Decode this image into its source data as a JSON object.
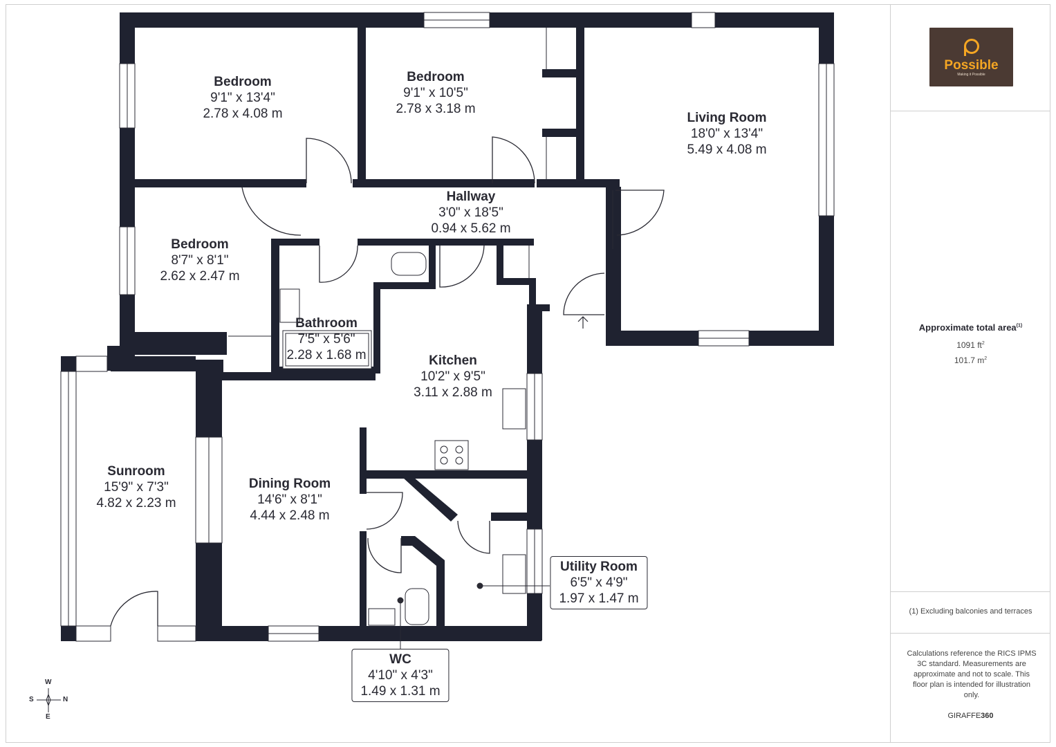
{
  "rooms": [
    {
      "id": "bedroom1",
      "name": "Bedroom",
      "imperial": "9'1\" x 13'4\"",
      "metric": "2.78 x 4.08 m"
    },
    {
      "id": "bedroom2",
      "name": "Bedroom",
      "imperial": "9'1\" x 10'5\"",
      "metric": "2.78 x 3.18 m"
    },
    {
      "id": "living",
      "name": "Living Room",
      "imperial": "18'0\" x 13'4\"",
      "metric": "5.49 x 4.08 m"
    },
    {
      "id": "hallway",
      "name": "Hallway",
      "imperial": "3'0\" x 18'5\"",
      "metric": "0.94 x 5.62 m"
    },
    {
      "id": "bedroom3",
      "name": "Bedroom",
      "imperial": "8'7\" x 8'1\"",
      "metric": "2.62 x 2.47 m"
    },
    {
      "id": "bathroom",
      "name": "Bathroom",
      "imperial": "7'5\" x 5'6\"",
      "metric": "2.28 x 1.68 m"
    },
    {
      "id": "kitchen",
      "name": "Kitchen",
      "imperial": "10'2\" x 9'5\"",
      "metric": "3.11 x 2.88 m"
    },
    {
      "id": "sunroom",
      "name": "Sunroom",
      "imperial": "15'9\" x 7'3\"",
      "metric": "4.82 x 2.23 m"
    },
    {
      "id": "dining",
      "name": "Dining Room",
      "imperial": "14'6\" x 8'1\"",
      "metric": "4.44 x 2.48 m"
    },
    {
      "id": "utility",
      "name": "Utility Room",
      "imperial": "6'5\" x 4'9\"",
      "metric": "1.97 x 1.47 m"
    },
    {
      "id": "wc",
      "name": "WC",
      "imperial": "4'10\" x 4'3\"",
      "metric": "1.49 x 1.31 m"
    }
  ],
  "sidebar": {
    "logo_name": "Possible",
    "logo_tagline": "Making it Possible",
    "area_title": "Approximate total area",
    "area_note_marker": "(1)",
    "area_sqft": "1091 ft",
    "area_sqm": "101.7 m",
    "footnote": "(1) Excluding balconies and terraces",
    "disclaimer": "Calculations reference the RICS IPMS 3C standard. Measurements are approximate and not to scale. This floor plan is intended for illustration only.",
    "brand_prefix": "GIRAFFE",
    "brand_suffix": "360"
  },
  "compass": {
    "w": "W",
    "s": "S",
    "n": "N",
    "e": "E"
  },
  "colors": {
    "wall": "#1f2230",
    "line": "#2a2a33",
    "logo_bg": "#4b3a33",
    "logo_accent": "#f5a623"
  }
}
